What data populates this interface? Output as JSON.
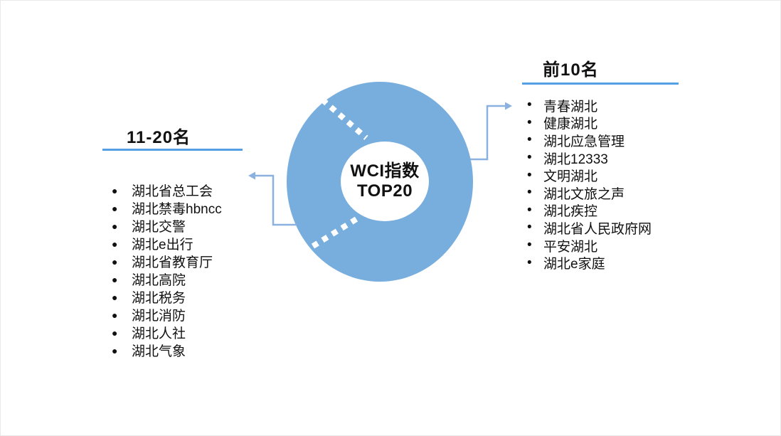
{
  "title": {
    "line1": "WCI指数",
    "line2": "TOP20"
  },
  "colors": {
    "donut": "#77AEDE",
    "donut_hole": "#FFFFFF",
    "connector": "#8AB1E0",
    "underline": "#55A0E5",
    "text": "#111111"
  },
  "left_panel": {
    "header": "11-20名",
    "bullet": "●",
    "items": [
      "湖北省总工会",
      "湖北禁毒hbncc",
      "湖北交警",
      "湖北e出行",
      "湖北省教育厅",
      "湖北高院",
      "湖北税务",
      "湖北消防",
      "湖北人社",
      "湖北气象"
    ]
  },
  "right_panel": {
    "header": "前10名",
    "bullet": "•",
    "items": [
      "青春湖北",
      "健康湖北",
      "湖北应急管理",
      "湖北12333",
      "文明湖北",
      "湖北文旅之声",
      "湖北疾控",
      "湖北省人民政府网",
      "平安湖北",
      "湖北e家庭"
    ]
  }
}
